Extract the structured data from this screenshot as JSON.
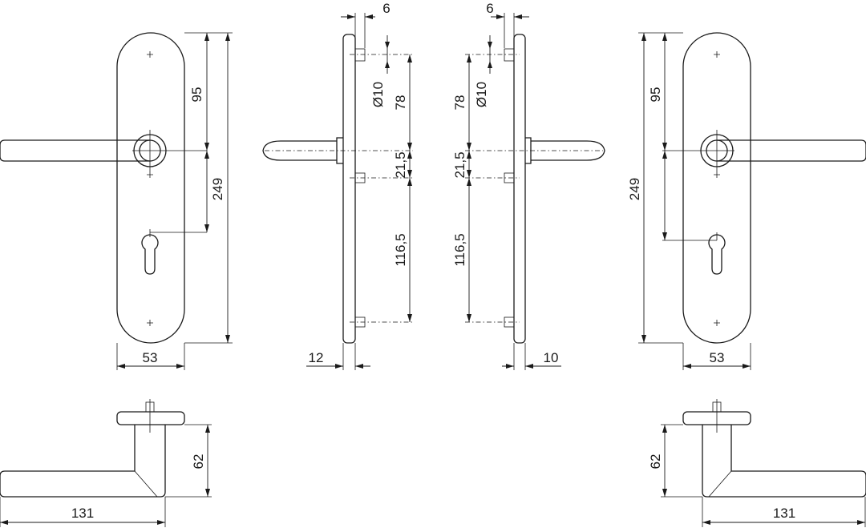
{
  "dimensions": {
    "left_front": {
      "width": "53",
      "upper_spacing": "95",
      "total_height": "249"
    },
    "left_side": {
      "top_offset": "6",
      "diameter": "Ø10",
      "upper_spacing": "78",
      "lever_spacing": "21,5",
      "lower_spacing": "116,5",
      "plate_thickness": "12"
    },
    "right_side": {
      "top_offset": "6",
      "diameter": "Ø10",
      "upper_spacing": "78",
      "lever_spacing": "21,5",
      "lower_spacing": "116,5",
      "plate_thickness": "10"
    },
    "right_front": {
      "width": "53",
      "upper_spacing": "95",
      "total_height": "249"
    },
    "left_top": {
      "lever_length": "131",
      "projection": "62"
    },
    "right_top": {
      "lever_length": "131",
      "projection": "62"
    }
  }
}
